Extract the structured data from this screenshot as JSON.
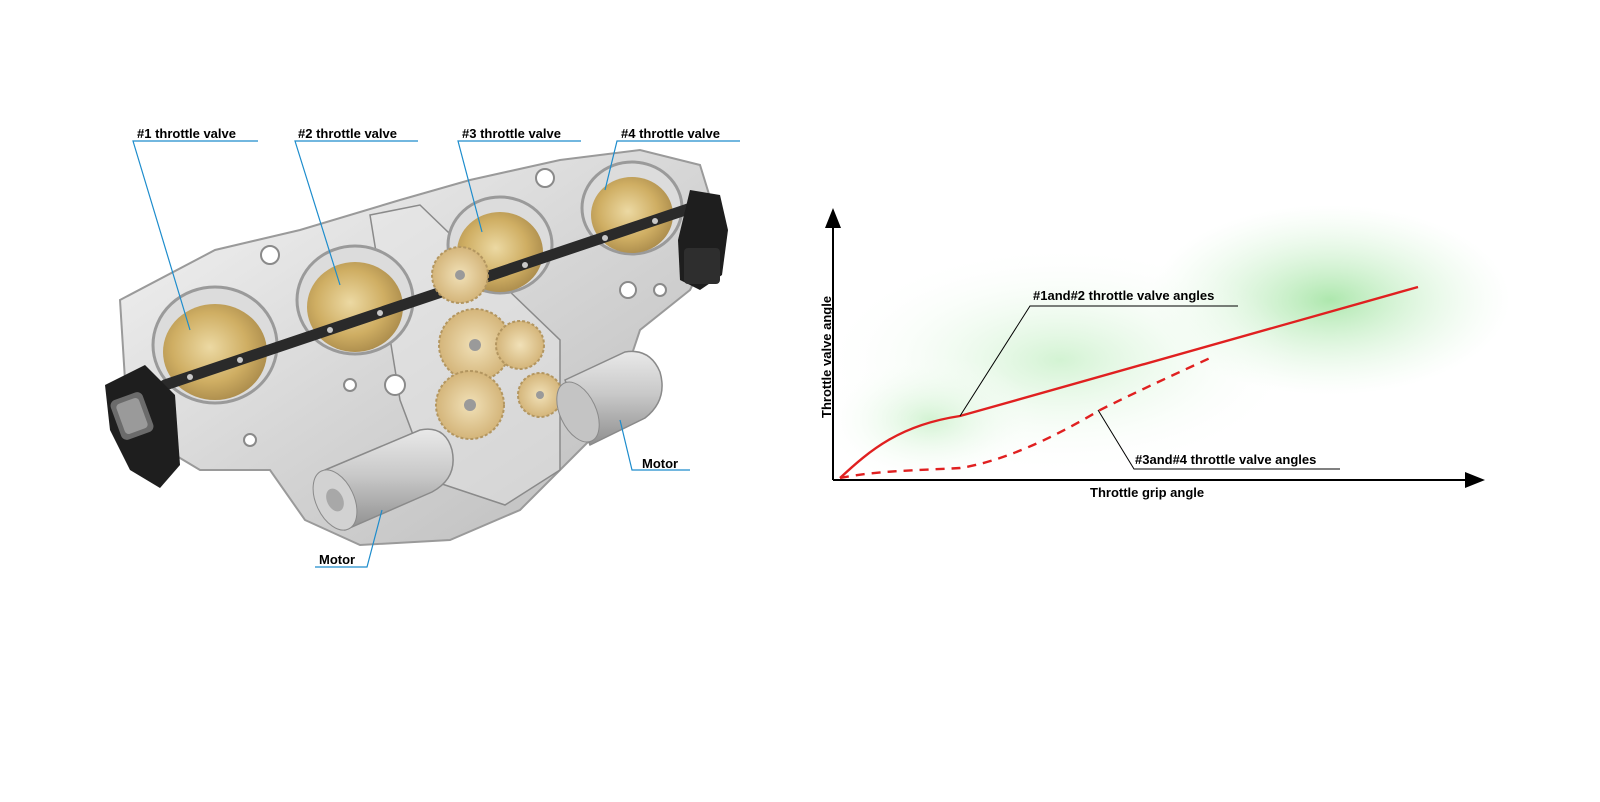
{
  "illustration": {
    "labels": {
      "valve1": "#1 throttle valve",
      "valve2": "#2 throttle valve",
      "valve3": "#3 throttle valve",
      "valve4": "#4 throttle valve",
      "motor_right": "Motor",
      "motor_left": "Motor"
    },
    "leader_color": "#1d8ccc"
  },
  "chart_data": {
    "type": "line",
    "xlabel": "Throttle grip angle",
    "ylabel": "Throttle valve angle",
    "series": [
      {
        "name": "#1and#2 throttle valve angles",
        "style": "solid",
        "color": "#e02020"
      },
      {
        "name": "#3and#4 throttle valve angles",
        "style": "dashed",
        "color": "#e02020"
      }
    ],
    "tick_labels": "none",
    "grid": false,
    "background": "green gradient glow"
  }
}
